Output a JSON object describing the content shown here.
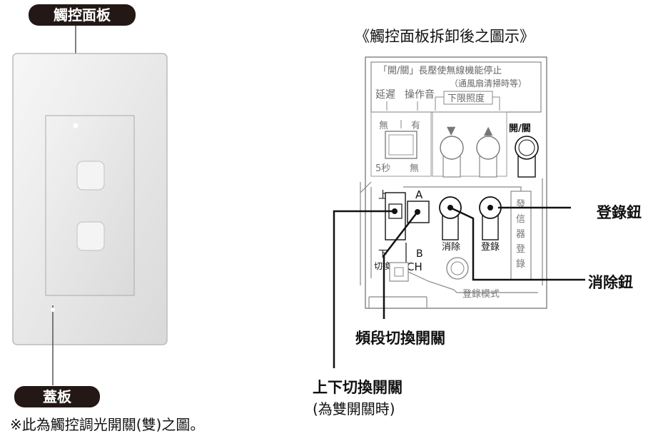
{
  "left_panel": {
    "touch_panel_label": "觸控面板",
    "cover_label": "蓋板",
    "footnote": "※此為觸控調光開關(雙)之圖。"
  },
  "right_panel": {
    "title": "《觸控面板拆卸後之圖示》",
    "top_box": {
      "line1": "「開/關」長壓使無線機能停止",
      "note": "（通風扇清掃時等）",
      "delay": "延遲",
      "sound": "操作音",
      "lower_limit": "下限照度"
    },
    "delay_switch": {
      "none": "無",
      "yes": "有",
      "five_sec": "5秒",
      "none2": "無"
    },
    "down_arrow": "▼",
    "up_arrow": "▲",
    "on_off": "開/關",
    "updown_switch": {
      "up": "上",
      "down": "下",
      "switch": "切換"
    },
    "band_switch": {
      "a": "A",
      "b": "B",
      "ch": "CH"
    },
    "clear_button": "消除",
    "register_button": "登錄",
    "transmitter_register": "發信器登錄",
    "register_mode": "登錄模式"
  },
  "callouts": {
    "register_btn": "登錄鈕",
    "clear_btn": "消除鈕",
    "band_switch": "頻段切換開關",
    "updown_switch": "上下切換開關",
    "updown_note": "(為雙開關時)"
  }
}
